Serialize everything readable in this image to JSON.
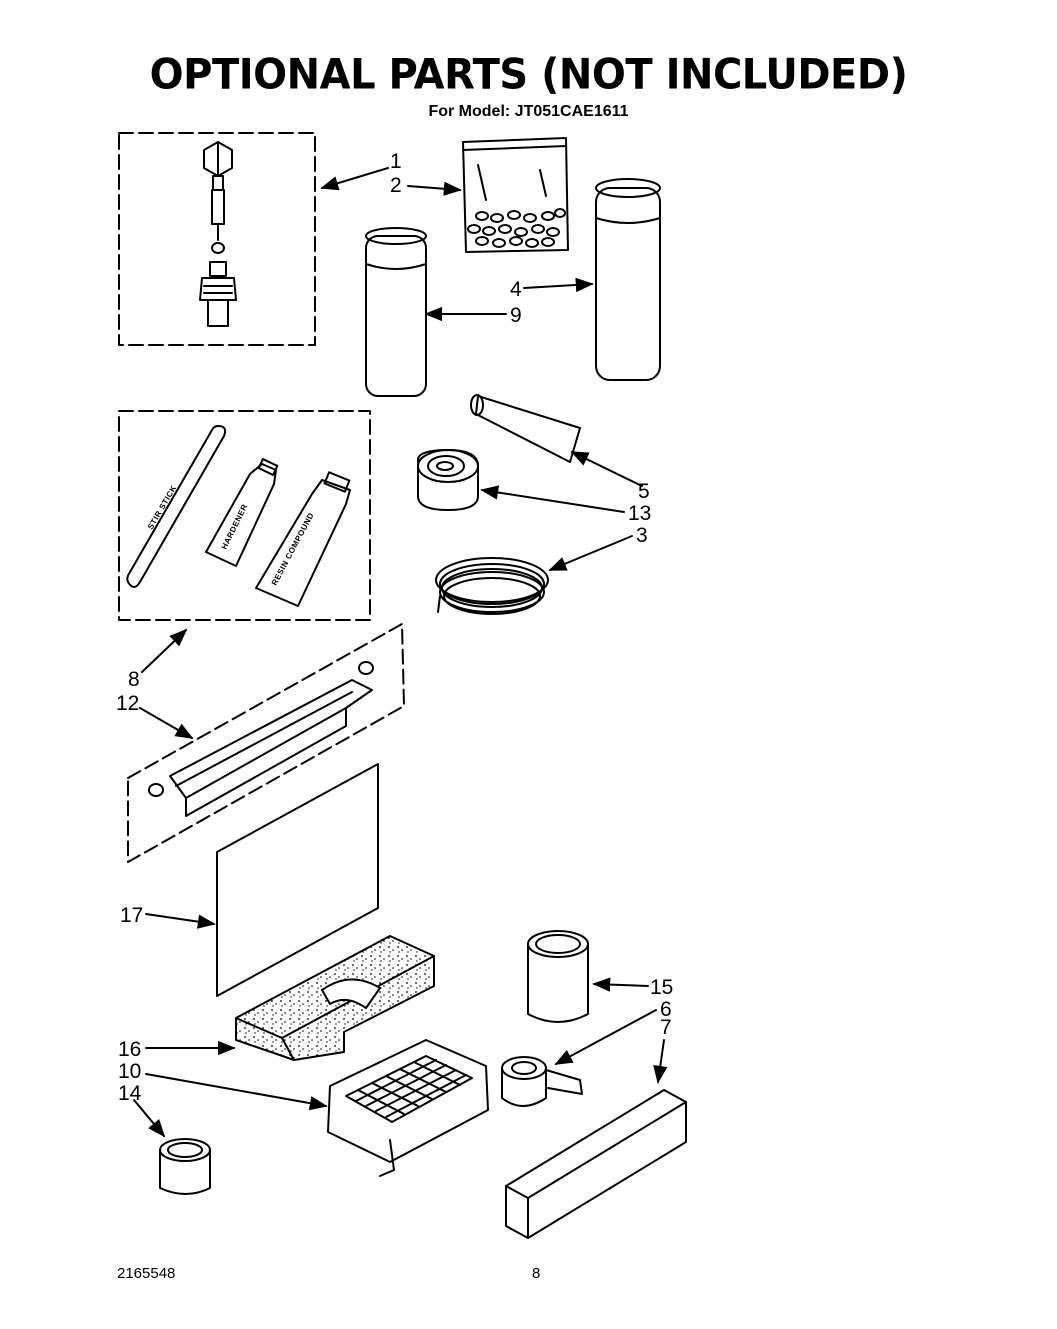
{
  "header": {
    "title": "OPTIONAL PARTS (NOT INCLUDED)",
    "model_line": "For Model: JT051CAE1611"
  },
  "footer": {
    "doc_number": "2165548",
    "page_number": "8"
  },
  "parts": {
    "stir_stick": "STIR STICK",
    "hardener": "HARDENER",
    "resin_compound": "RESIN COMPOUND"
  },
  "callouts": {
    "c1": "1",
    "c2": "2",
    "c3": "3",
    "c4": "4",
    "c5": "5",
    "c6": "6",
    "c7": "7",
    "c8": "8",
    "c9": "9",
    "c10": "10",
    "c12": "12",
    "c13": "13",
    "c14": "14",
    "c15": "15",
    "c16": "16",
    "c17": "17"
  }
}
